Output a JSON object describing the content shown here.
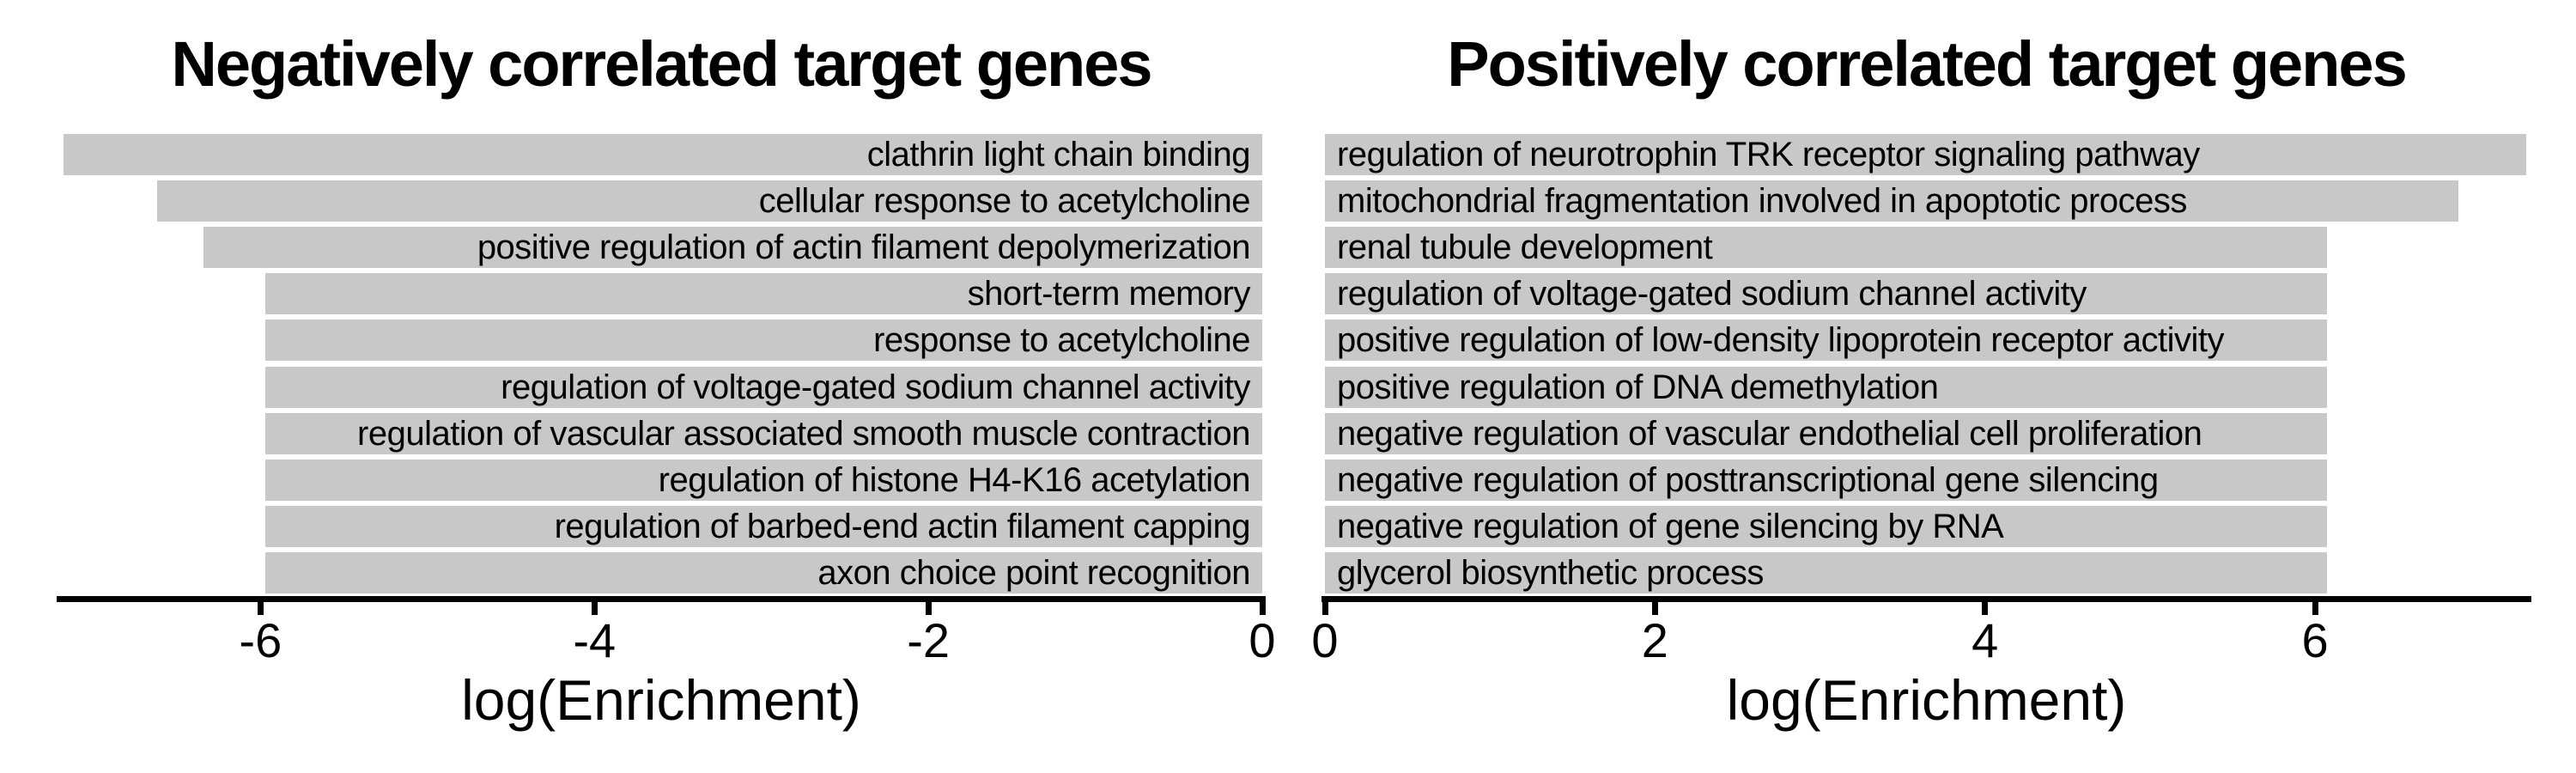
{
  "chart_data": [
    {
      "type": "bar",
      "orientation": "horizontal",
      "panel": "left",
      "title": "Negatively correlated target genes",
      "xlabel": "log(Enrichment)",
      "xlim": [
        -7.2,
        0
      ],
      "xticks": [
        -6,
        -4,
        -2,
        0
      ],
      "grid": false,
      "bar_color": "#c8c8c8",
      "label_side": "right",
      "categories": [
        "clathrin light chain binding",
        "cellular response to acetylcholine",
        "positive regulation of actin filament depolymerization",
        "short-term memory",
        "response to acetylcholine",
        "regulation of voltage-gated sodium channel activity",
        "regulation of vascular associated smooth muscle contraction",
        "regulation of histone H4-K16 acetylation",
        "regulation of barbed-end actin filament capping",
        "axon choice point recognition"
      ],
      "values": [
        -7.18,
        -6.62,
        -6.34,
        -5.97,
        -5.97,
        -5.97,
        -5.97,
        -5.97,
        -5.97,
        -5.97
      ]
    },
    {
      "type": "bar",
      "orientation": "horizontal",
      "panel": "right",
      "title": "Positively correlated target genes",
      "xlabel": "log(Enrichment)",
      "xlim": [
        0,
        7.29
      ],
      "xticks": [
        0,
        2,
        4,
        6
      ],
      "grid": false,
      "bar_color": "#c8c8c8",
      "label_side": "left",
      "categories": [
        "regulation of neurotrophin TRK receptor signaling pathway",
        "mitochondrial fragmentation involved in apoptotic process",
        "renal tubule development",
        "regulation of voltage-gated sodium channel activity",
        "positive regulation of low-density lipoprotein receptor activity",
        "positive regulation of DNA demethylation",
        "negative regulation of vascular endothelial cell proliferation",
        "negative regulation of posttranscriptional gene silencing",
        "negative regulation of gene silencing by RNA",
        "glycerol biosynthetic process"
      ],
      "values": [
        7.28,
        6.87,
        6.07,
        6.07,
        6.07,
        6.07,
        6.07,
        6.07,
        6.07,
        6.07
      ]
    }
  ]
}
